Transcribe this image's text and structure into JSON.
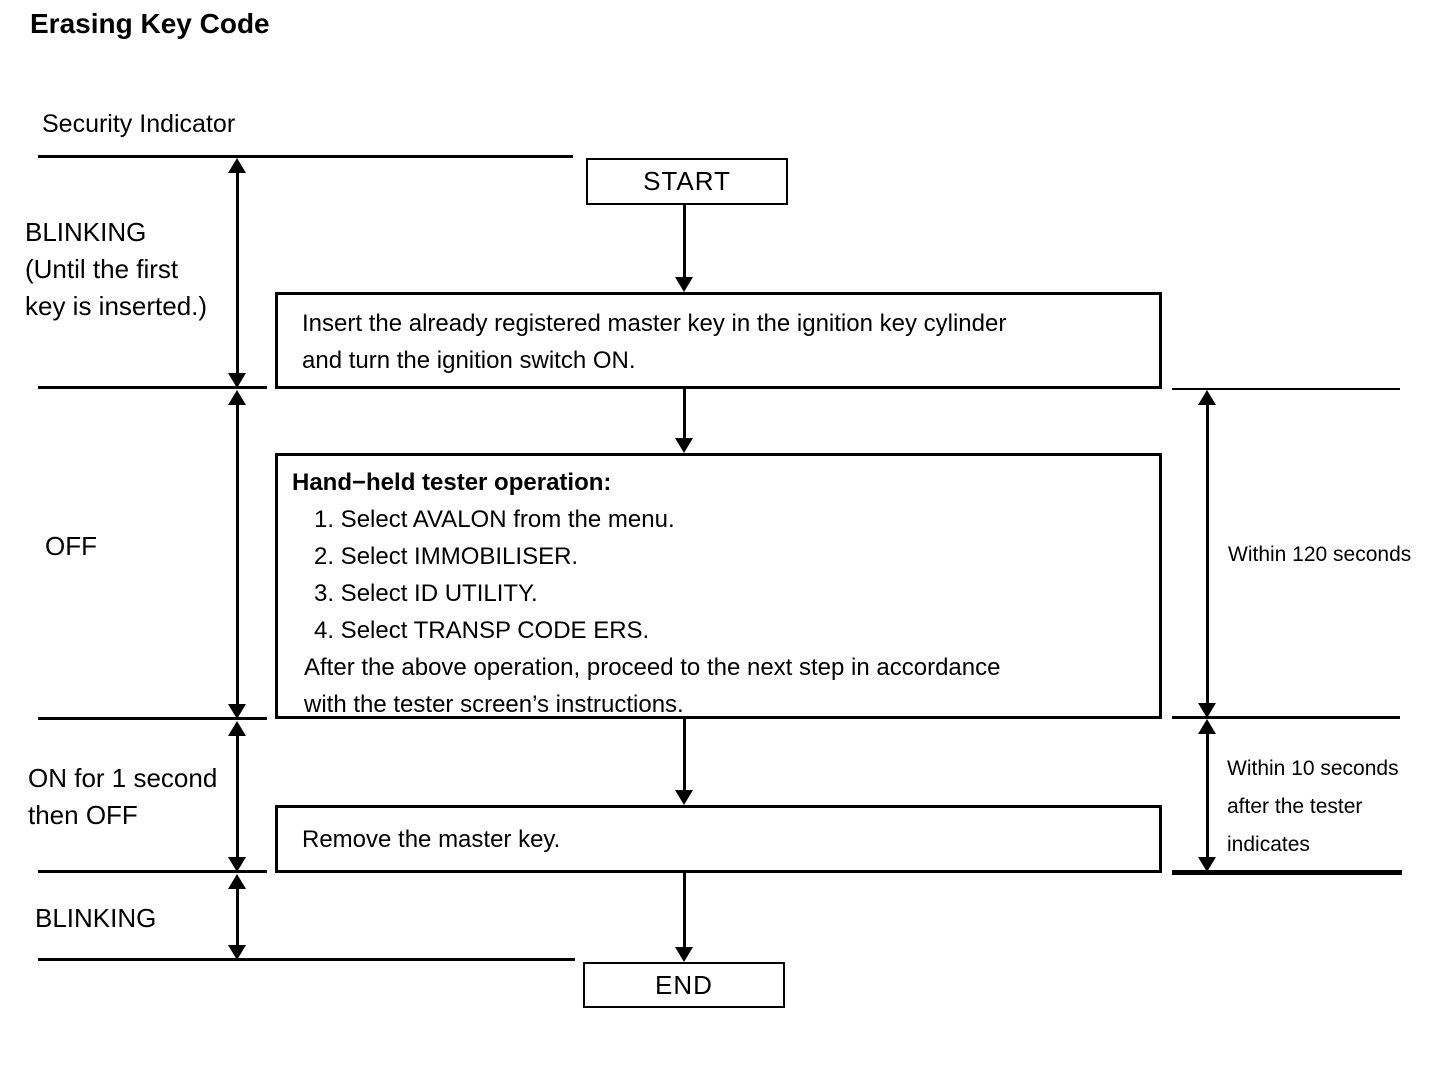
{
  "page_title": "Erasing Key Code",
  "indicator": {
    "label": "Security Indicator",
    "states": [
      {
        "name": "blinking-initial",
        "lines": [
          "BLINKING",
          "(Until the first",
          "key is inserted.)"
        ]
      },
      {
        "name": "off",
        "lines": [
          "OFF"
        ]
      },
      {
        "name": "on-1-second",
        "lines": [
          "ON for 1 second",
          "then OFF"
        ]
      },
      {
        "name": "blinking-final",
        "lines": [
          "BLINKING"
        ]
      }
    ]
  },
  "flowchart": {
    "start_label": "START",
    "end_label": "END",
    "steps": [
      {
        "lines": [
          "Insert the already registered master key in the ignition key cylinder",
          "and turn the ignition switch ON."
        ]
      },
      {
        "heading": "Hand−held tester operation:",
        "items": [
          "1. Select AVALON from the menu.",
          "2. Select IMMOBILISER.",
          "3. Select ID UTILITY.",
          "4. Select TRANSP CODE ERS."
        ],
        "note_lines": [
          "After the above operation, proceed to the next step in accordance",
          "with the tester screen’s instructions."
        ]
      },
      {
        "lines": [
          "Remove the master key."
        ]
      }
    ]
  },
  "timing_annotations": [
    {
      "lines": [
        "Within 120 seconds"
      ]
    },
    {
      "lines": [
        "Within 10 seconds",
        "after the tester",
        "indicates"
      ]
    }
  ],
  "colors": {
    "ink": "#000000",
    "background": "#ffffff"
  }
}
